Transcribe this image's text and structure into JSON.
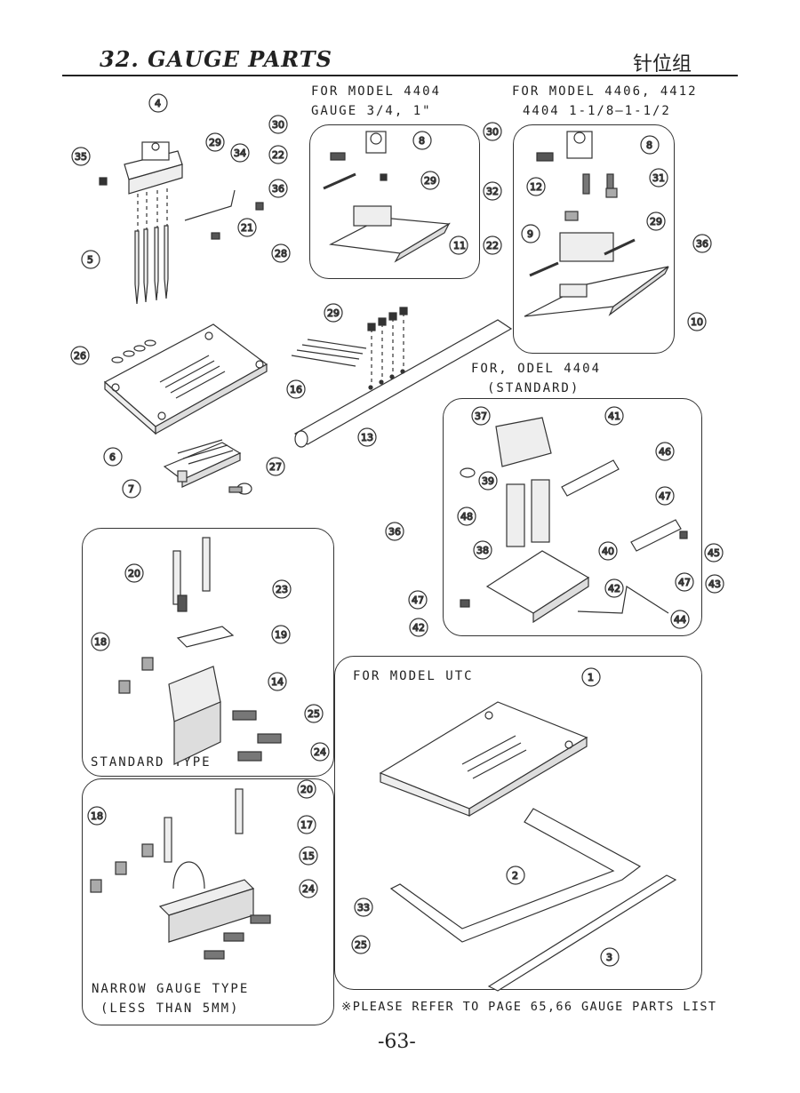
{
  "header": {
    "title": "32. GAUGE PARTS",
    "title_cn": "针位组"
  },
  "notes": {
    "model_4404_line1": "FOR MODEL 4404",
    "model_4404_line2": "GAUGE 3/4, 1\"",
    "model_4406_line1": "FOR MODEL  4406, 4412",
    "model_4406_line2": "4404 1-1/8—1-1/2",
    "odel_line1": "FOR, ODEL 4404",
    "odel_line2": "(STANDARD)",
    "utc": "FOR MODEL UTC",
    "standard_type": "STANDARD TYPE",
    "narrow_line1": "NARROW GAUGE TYPE",
    "narrow_line2": "(LESS THAN 5MM)",
    "footnote": "※PLEASE REFER TO PAGE 65,66 GAUGE PARTS LIST"
  },
  "page_number": "-63-",
  "callouts": [
    "1",
    "2",
    "3",
    "4",
    "5",
    "6",
    "7",
    "8",
    "9",
    "10",
    "11",
    "12",
    "13",
    "14",
    "15",
    "16",
    "17",
    "18",
    "19",
    "20",
    "21",
    "22",
    "23",
    "24",
    "25",
    "26",
    "27",
    "28",
    "29",
    "30",
    "31",
    "32",
    "33",
    "35",
    "36",
    "37",
    "38",
    "39",
    "40",
    "41",
    "42",
    "43",
    "44",
    "45",
    "46",
    "47",
    "48"
  ]
}
